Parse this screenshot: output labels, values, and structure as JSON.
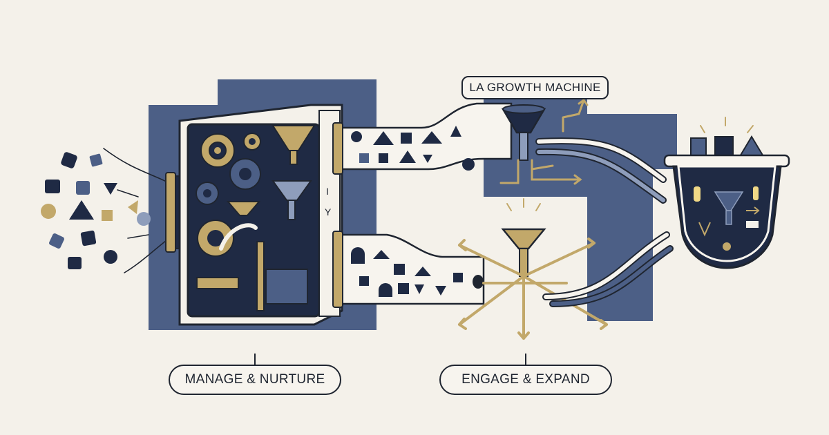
{
  "labels": {
    "brand": "LA GROWTH MACHINE",
    "manage": "MANAGE & NURTURE",
    "engage": "ENGAGE & EXPAND"
  },
  "colors": {
    "background": "#f4f1ea",
    "navy": "#1f2a44",
    "slate": "#4c5f86",
    "slate_light": "#8e9dbb",
    "gold": "#c2a86a",
    "outline": "#1f2530"
  }
}
